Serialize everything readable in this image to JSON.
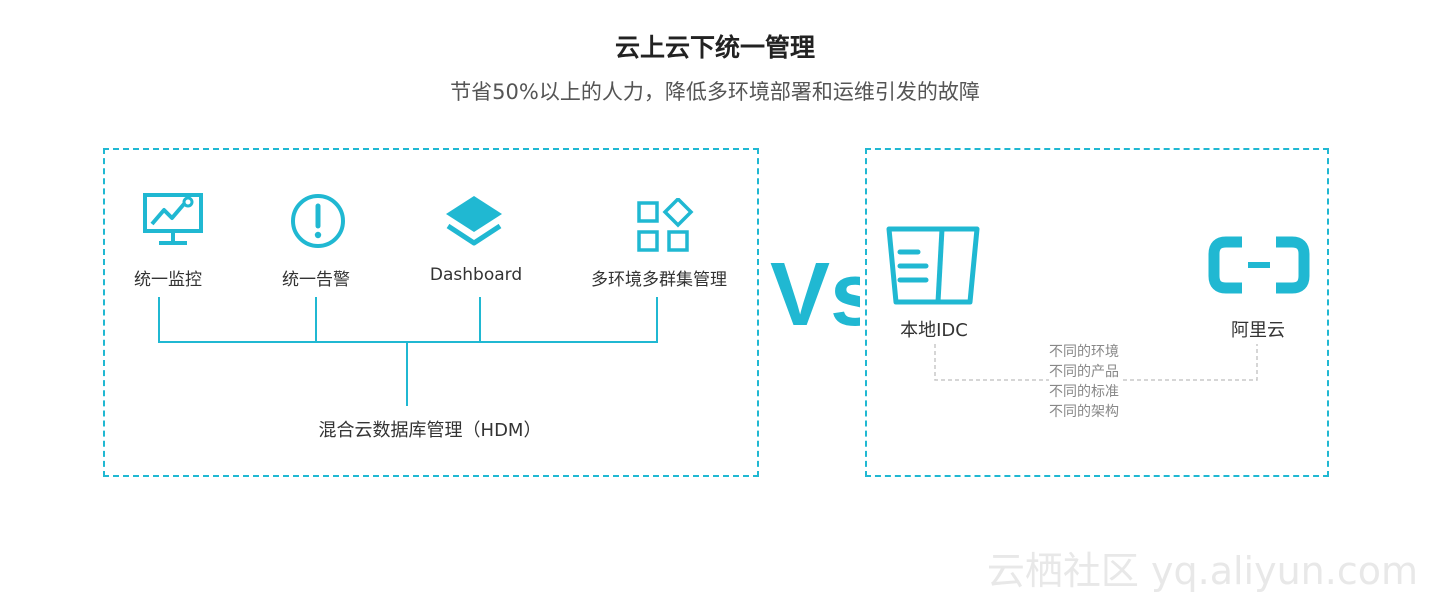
{
  "header": {
    "title": "云上云下统一管理",
    "subtitle": "节省50%以上的人力，降低多环境部署和运维引发的故障"
  },
  "left_panel": {
    "features": [
      {
        "label": "统一监控",
        "icon": "monitor-chart-icon"
      },
      {
        "label": "统一告警",
        "icon": "alert-circle-icon"
      },
      {
        "label": "Dashboard",
        "icon": "layers-icon"
      },
      {
        "label": "多环境多群集管理",
        "icon": "apps-grid-icon"
      }
    ],
    "root_label": "混合云数据库管理（HDM）"
  },
  "vs_text": "Vs",
  "right_panel": {
    "left_env": {
      "label": "本地IDC",
      "icon": "server-rack-icon"
    },
    "right_env": {
      "label": "阿里云",
      "icon": "aliyun-logo-icon"
    },
    "differences": [
      "不同的环境",
      "不同的产品",
      "不同的标准",
      "不同的架构"
    ]
  },
  "watermark": "云栖社区 yq.aliyun.com",
  "colors": {
    "accent": "#20b8d2",
    "text": "#333333",
    "muted": "#888888"
  }
}
